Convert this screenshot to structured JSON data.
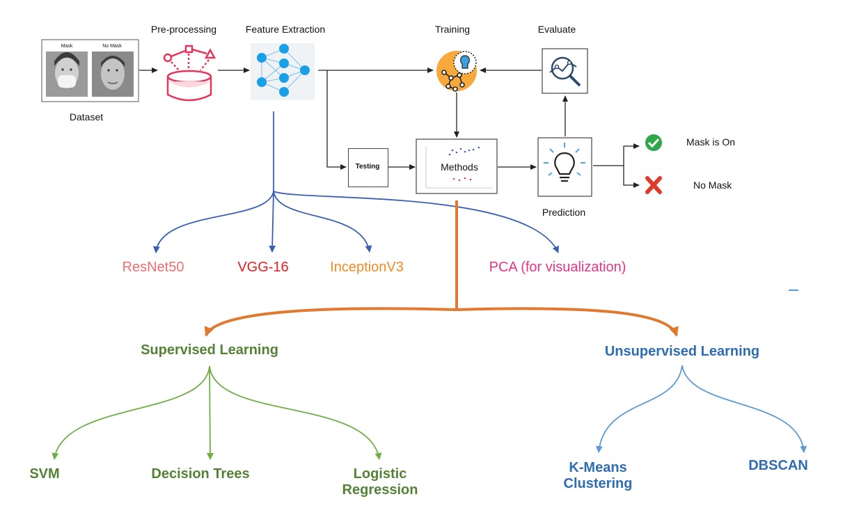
{
  "pipeline": {
    "preprocessing": "Pre-processing",
    "feature_extraction": "Feature Extraction",
    "training": "Training",
    "evaluate": "Evaluate",
    "dataset": "Dataset",
    "dataset_mask_tag": "Mask",
    "dataset_nomask_tag": "No Mask",
    "testing": "Testing",
    "methods": "Methods",
    "prediction": "Prediction",
    "mask_on": "Mask is On",
    "no_mask": "No Mask"
  },
  "feature_extractors": {
    "resnet": "ResNet50",
    "vgg": "VGG-16",
    "inception": "InceptionV3",
    "pca": "PCA (for visualization)"
  },
  "categories": {
    "supervised": "Supervised Learning",
    "unsupervised": "Unsupervised Learning"
  },
  "supervised_methods": {
    "svm": "SVM",
    "decision_trees": "Decision Trees",
    "logistic_line1": "Logistic",
    "logistic_line2": "Regression"
  },
  "unsupervised_methods": {
    "kmeans_line1": "K-Means",
    "kmeans_line2": "Clustering",
    "dbscan": "DBSCAN"
  },
  "colors": {
    "resnet": "#f07070",
    "vgg": "#e02020",
    "inception": "#f08a24",
    "pca": "#e8338a",
    "supervised": "#548235",
    "unsupervised": "#2e6db4",
    "blue_lines": "#3a5fb5",
    "orange_line": "#e07a30",
    "green_lines": "#70ad47",
    "light_blue_lines": "#5b9bd5",
    "preprocess_pink": "#e8335a",
    "nn_blue": "#1aa0e8",
    "check_green": "#2ea84a",
    "cross_red": "#e03a2a"
  },
  "icons": [
    "database-icon",
    "neural-network-icon",
    "brain-lightbulb-icon",
    "analytics-magnifier-icon",
    "lightbulb-icon",
    "check-icon",
    "cross-icon"
  ]
}
